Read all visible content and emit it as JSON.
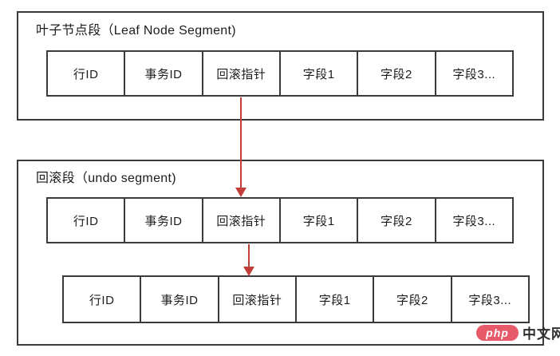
{
  "diagram": {
    "leaf_segment": {
      "title": "叶子节点段（Leaf Node Segment)",
      "cells": [
        "行ID",
        "事务ID",
        "回滚指针",
        "字段1",
        "字段2",
        "字段3..."
      ]
    },
    "undo_segment": {
      "title": "回滚段（undo segment)",
      "row_top_cells": [
        "行ID",
        "事务ID",
        "回滚指针",
        "字段1",
        "字段2",
        "字段3..."
      ],
      "row_bottom_cells": [
        "行ID",
        "事务ID",
        "回滚指针",
        "字段1",
        "字段2",
        "字段3..."
      ]
    },
    "arrows": [
      {
        "name": "leaf-rollback-pointer-to-undo-row"
      },
      {
        "name": "undo-row-rollback-pointer-to-history-row"
      }
    ],
    "colors": {
      "border": "#3a3a3a",
      "text": "#1c1c1c",
      "arrow": "#c13f38",
      "background": "#ffffff"
    }
  },
  "watermark": {
    "badge_text": "php",
    "site_text": "中文网",
    "badge_color": "#e75a6a",
    "badge_text_color": "#ffffff",
    "text_color": "#2f2f2f"
  }
}
